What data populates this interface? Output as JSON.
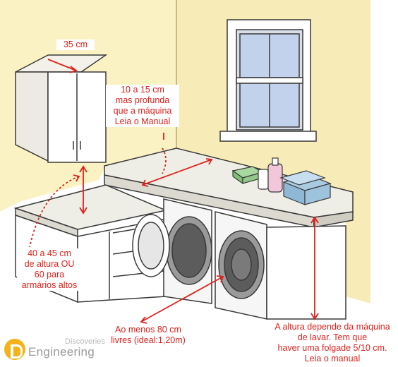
{
  "labels": {
    "cabinet_depth": "35 cm",
    "counter_depth": "10 a 15 cm\nmas profunda\nque a máquina\nLeia o Manual",
    "height_above": "40 a 45 cm\nde altura OU\n60 para\narmários altos",
    "min_width": "Ao menos 80 cm\nlivres (ideal:1,20m)",
    "machine_height": "A altura depende da máquina\nde lavar. Tem que\nhaver uma folgade 5/10 cm.\nLeia o manual"
  },
  "brand": {
    "top_text": "Discoveries",
    "name": "Engineering"
  },
  "colors": {
    "wall": "#fbf2c4",
    "wall_shadow": "#f3e4a6",
    "annotation": "#e0211d",
    "cabinet": "#ffffff",
    "counter_top": "#efeee6",
    "outline": "#3a3a3a"
  }
}
